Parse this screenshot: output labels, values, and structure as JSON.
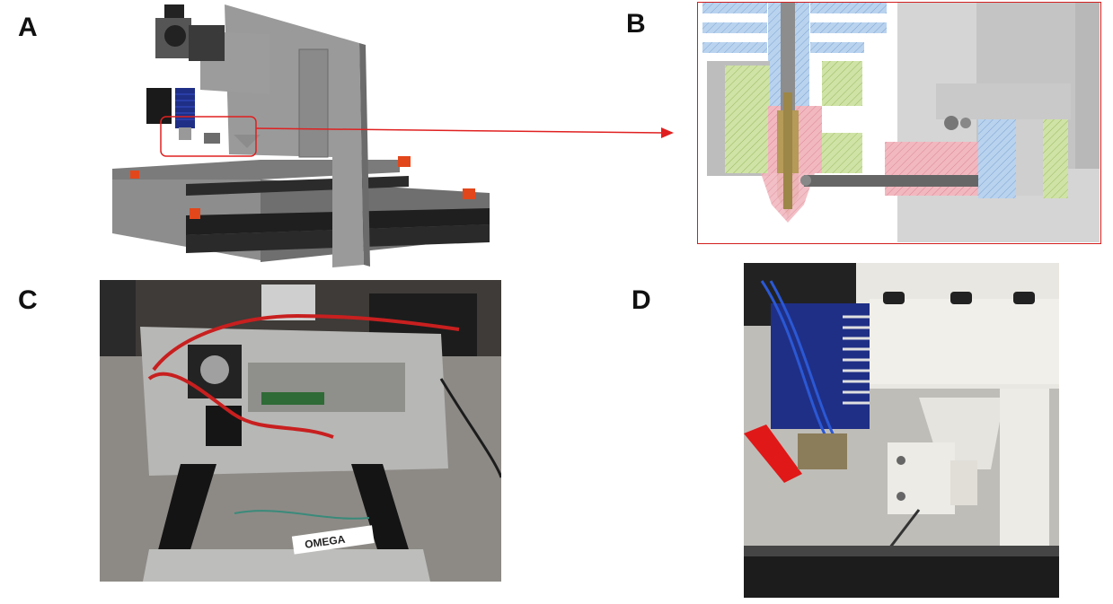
{
  "figure": {
    "panels": [
      {
        "id": "A",
        "label": "A"
      },
      {
        "id": "B",
        "label": "B"
      },
      {
        "id": "C",
        "label": "C"
      },
      {
        "id": "D",
        "label": "D"
      }
    ]
  },
  "colors": {
    "callout": "#e02020",
    "frame_gray": "#8c8c8c",
    "rail_black": "#1f1f1f",
    "bracket_orange": "#e2471c",
    "section_green": "#cfe3a6",
    "section_pink": "#f2b8c0",
    "section_blue": "#b9d3ef",
    "nozzle_brass": "#b59a58",
    "fan_blue": "#1f2f86",
    "printed_white": "#ecebe5"
  },
  "photo_c": {
    "label_text": "OMEGA"
  }
}
